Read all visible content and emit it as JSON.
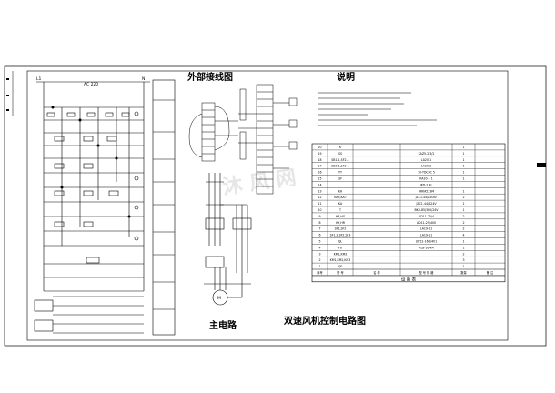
{
  "drawing": {
    "title": "双速风机控制电路图",
    "left_circuit": {
      "supply_label": "AC 220",
      "terminal_left": "L1",
      "terminal_right": "N"
    },
    "external_wiring_title": "外部接线图",
    "main_circuit_title": "主电路",
    "notes_title": "说明",
    "side_mark": "-"
  },
  "equipment_table": {
    "title": "设 备 表",
    "header": [
      "序号",
      "符 号",
      "名 称",
      "型 号 规 格",
      "数量",
      "备 注"
    ],
    "rows": [
      [
        "20",
        "K",
        "",
        "",
        "1",
        ""
      ],
      [
        "19",
        "SS",
        "",
        "KAZ5-2 3/2",
        "1",
        ""
      ],
      [
        "18",
        "SB1-1,SF2-1",
        "",
        "LA20-1",
        "1",
        ""
      ],
      [
        "17",
        "SB2-1,SF2-1",
        "",
        "LA20-2",
        "1",
        ""
      ],
      [
        "16",
        "YT",
        "",
        "70-TDC0C 5",
        "1",
        ""
      ],
      [
        "15",
        "SF",
        "",
        "KA20-1 1",
        "1",
        ""
      ],
      [
        "14",
        "",
        "",
        "JKD-2.8L",
        "",
        ""
      ],
      [
        "13",
        "KA",
        "",
        "3RKA523M",
        "1",
        ""
      ],
      [
        "12",
        "KA3,KA7",
        "",
        "JZC1-44/A50SF",
        "2",
        ""
      ],
      [
        "11",
        "KA",
        "",
        "JZC1-44/A24V",
        "1",
        ""
      ],
      [
        "10",
        "T",
        "",
        "BK3-85/380/24V",
        "1",
        ""
      ],
      [
        "9",
        "HR,HG",
        "",
        "AD11-25/4",
        "2",
        ""
      ],
      [
        "8",
        "HY,HR",
        "",
        "AD11-25/400",
        "2",
        ""
      ],
      [
        "7",
        "SF1,SF2",
        "",
        "LA19-11",
        "2",
        ""
      ],
      [
        "6",
        "SF1,2,SF2,SF3",
        "",
        "LA19-11",
        "4",
        ""
      ],
      [
        "5",
        "QL",
        "",
        "LW12-16D/401",
        "1",
        ""
      ],
      [
        "4",
        "FU",
        "",
        "RL8-16/4A",
        "1",
        ""
      ],
      [
        "3",
        "KM1,KM2",
        "",
        "",
        "2",
        ""
      ],
      [
        "2",
        "KM1,KM2,KM3",
        "",
        "",
        "3",
        ""
      ],
      [
        "1",
        "QF",
        "",
        "",
        "1",
        ""
      ]
    ]
  }
}
